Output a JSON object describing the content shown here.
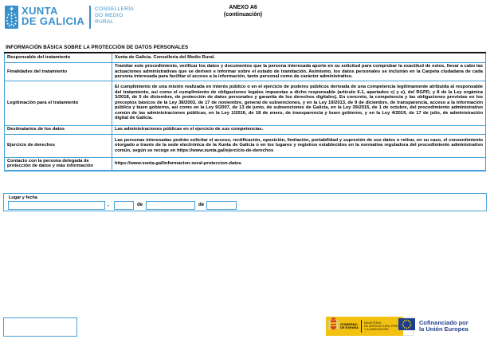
{
  "header": {
    "brand": {
      "line1": "XUNTA",
      "line2": "DE GALICIA"
    },
    "department": {
      "line1": "CONSELLERÍA",
      "line2": "DO MEDIO",
      "line3": "RURAL"
    },
    "annex": {
      "title": "ANEXO A6",
      "subtitle": "(continuación)"
    }
  },
  "privacy_table": {
    "title": "INFORMACIÓN BÁSICA SOBRE LA PROTECCIÓN DE DATOS PERSONALES",
    "rows": [
      {
        "label": "Responsable del tratamiento",
        "value": "Xunta de Galicia. Consellería del Medio Rural."
      },
      {
        "label": "Finalidades del tratamiento",
        "value": "Tramitar este procedimiento, verificar los datos y documentos que la persona interesada aporte en su solicitud para comprobar la exactitud de estos, llevar a cabo las actuaciones administrativas que se deriven e informar sobre el estado de tramitación. Asimismo, los datos personales se incluirán en la Carpeta ciudadana de cada persona interesada para facilitar el acceso a la información, tanto personal como de carácter administrativo."
      },
      {
        "label": "Legitimación para el tratamiento",
        "value": "El cumplimiento de una misión realizada en interés público o en el ejercicio de poderes públicos derivada de una competencia legítimamente atribuida al responsable del tratamiento, así como el cumplimiento de obligaciones legales impuestas a dicho responsable (artículo 6.1, apartados c) y e), del RGPD, y 8 de la Ley orgánica 3/2018, de 5 de diciembre, de protección de datos personales y garantía de los derechos digitales). En concreto, la competencia y las obligaciones previstas en los preceptos básicos de la Ley 38/2003, de 17 de noviembre, general de subvenciones, y en la Ley 19/2013, de 9 de diciembre, de transparencia, acceso a la información pública y buen gobierno, así como en la Ley 9/2007, de 13 de junio, de subvenciones de Galicia, en la Ley 39/2015, de 1 de octubre, del procedimiento administrativo común de las administraciones públicas, en la Ley 1/2016, de 18 de enero, de transparencia y buen gobierno, y en la Ley 4/2019, de 17 de julio, de administración digital de Galicia."
      },
      {
        "label": "Destinatarios de los datos",
        "value": "Las administraciones públicas en el ejercicio de sus competencias."
      },
      {
        "label": "Ejercicio de derechos",
        "value": "Las personas interesadas podrán solicitar el acceso, rectificación, oposición, limitación, portabilidad y supresión de sus datos o retirar, en su caso, el consentimiento otorgado a través de la sede electrónica de la Xunta de Galicia o en los lugares y registros establecidos en la normativa reguladora del procedimiento administrativo común, según se recoge en https://www.xunta.gal/ejercicio-de-derechos"
      },
      {
        "label": "Contacto con la persona delegada de protección de datos y más información",
        "value": "https://www.xunta.gal/informacion-xeral-proteccion-datos"
      }
    ]
  },
  "place_date": {
    "label": "Lugar y fecha",
    "comma": ",",
    "de1": "de",
    "de2": "de"
  },
  "footer": {
    "spain_gov": {
      "gov_line1": "GOBIERNO",
      "gov_line2": "DE ESPAÑA",
      "ministry_line1": "MINISTERIO",
      "ministry_line2": "DE AGRICULTURA, PESCA",
      "ministry_line3": "Y ALIMENTACIÓN"
    },
    "eu": {
      "line1": "Cofinanciado por",
      "line2": "la Unión Europea"
    }
  },
  "colors": {
    "border_blue": "#45a1d6",
    "brand_blue": "#3a91c9",
    "gov_yellow": "#f2c112",
    "eu_flag_blue": "#1b3e91",
    "eu_star_yellow": "#ffcc00",
    "eu_text_blue": "#26418f"
  }
}
